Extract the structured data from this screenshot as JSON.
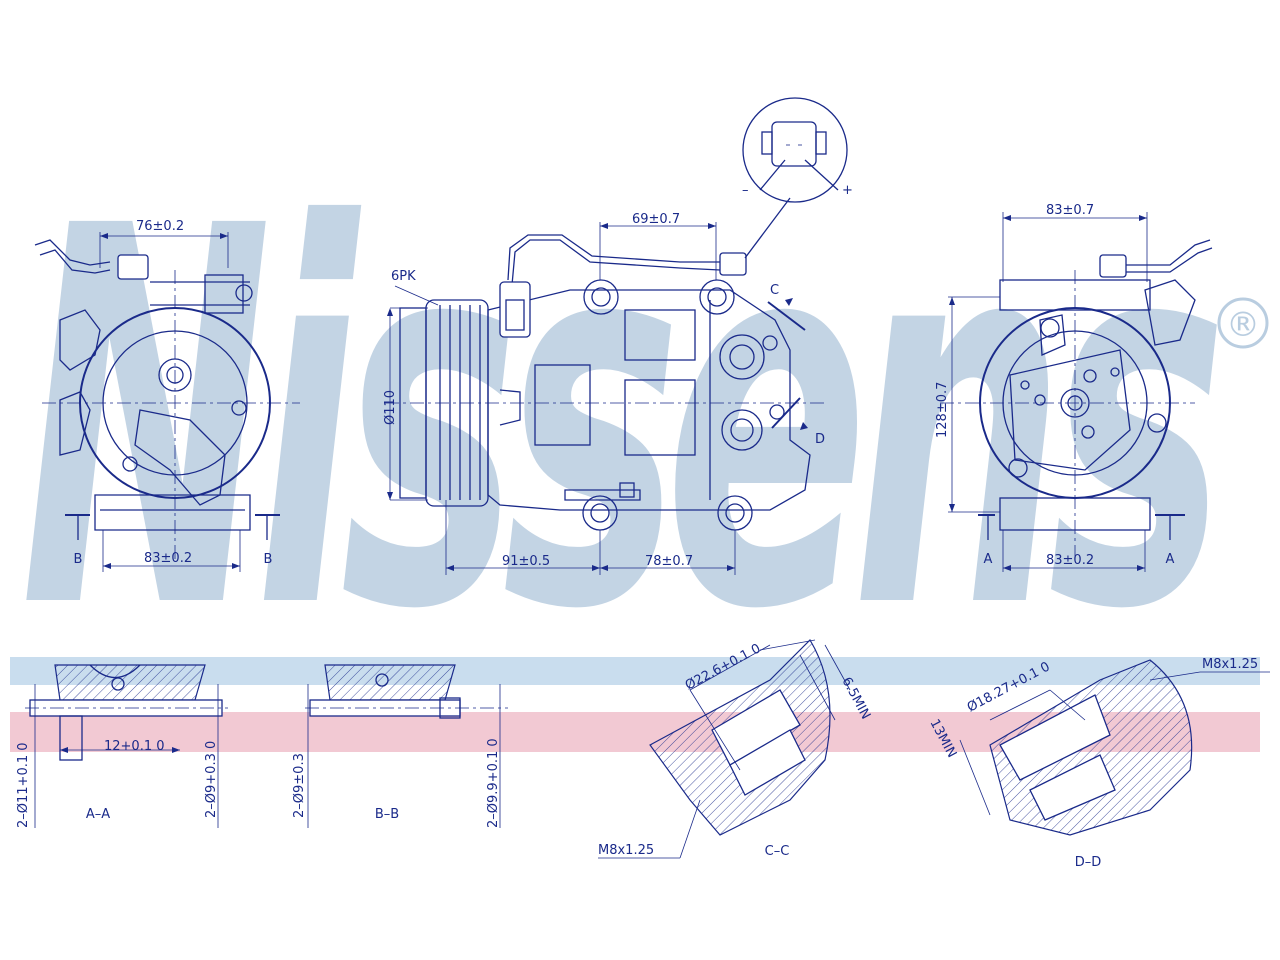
{
  "brand": {
    "name": "Nissens",
    "mark": "®",
    "watermark_color": "#b9cde0",
    "line_color": "#1a2a8a",
    "band_blue": "#c9ddee",
    "band_pink": "#f2c9d3"
  },
  "connector_detail": {
    "minus": "–",
    "plus": "+"
  },
  "left_view": {
    "dim_top": "76±0.2",
    "dim_bottom": "83±0.2",
    "section_left": "B",
    "section_right": "B"
  },
  "center_view": {
    "dim_top": "69±0.7",
    "belt": "6PK",
    "pulley_dia": "Ø110",
    "dim_bottom_left": "91±0.5",
    "dim_bottom_right": "78±0.7",
    "section_c": "C",
    "section_d": "D"
  },
  "right_view": {
    "dim_top": "83±0.7",
    "dim_height": "128±0.7",
    "dim_bottom": "83±0.2",
    "section_left": "A",
    "section_right": "A"
  },
  "section_aa": {
    "label": "A–A",
    "dim_width": "12+0.1 0",
    "dim_hole_left": "2–Ø11+0.1 0",
    "dim_hole_right": "2–Ø9+0.3 0"
  },
  "section_bb": {
    "label": "B–B",
    "dim_hole_left": "2–Ø9±0.3",
    "dim_hole_right": "2–Ø9.9+0.1 0"
  },
  "section_cc": {
    "label": "C–C",
    "dim_bore": "Ø22.6+0.1 0",
    "dim_depth": "6.5MIN",
    "thread": "M8x1.25"
  },
  "section_dd": {
    "label": "D–D",
    "dim_bore": "Ø18.27+0.1 0",
    "dim_depth": "13MIN",
    "thread": "M8x1.25"
  }
}
